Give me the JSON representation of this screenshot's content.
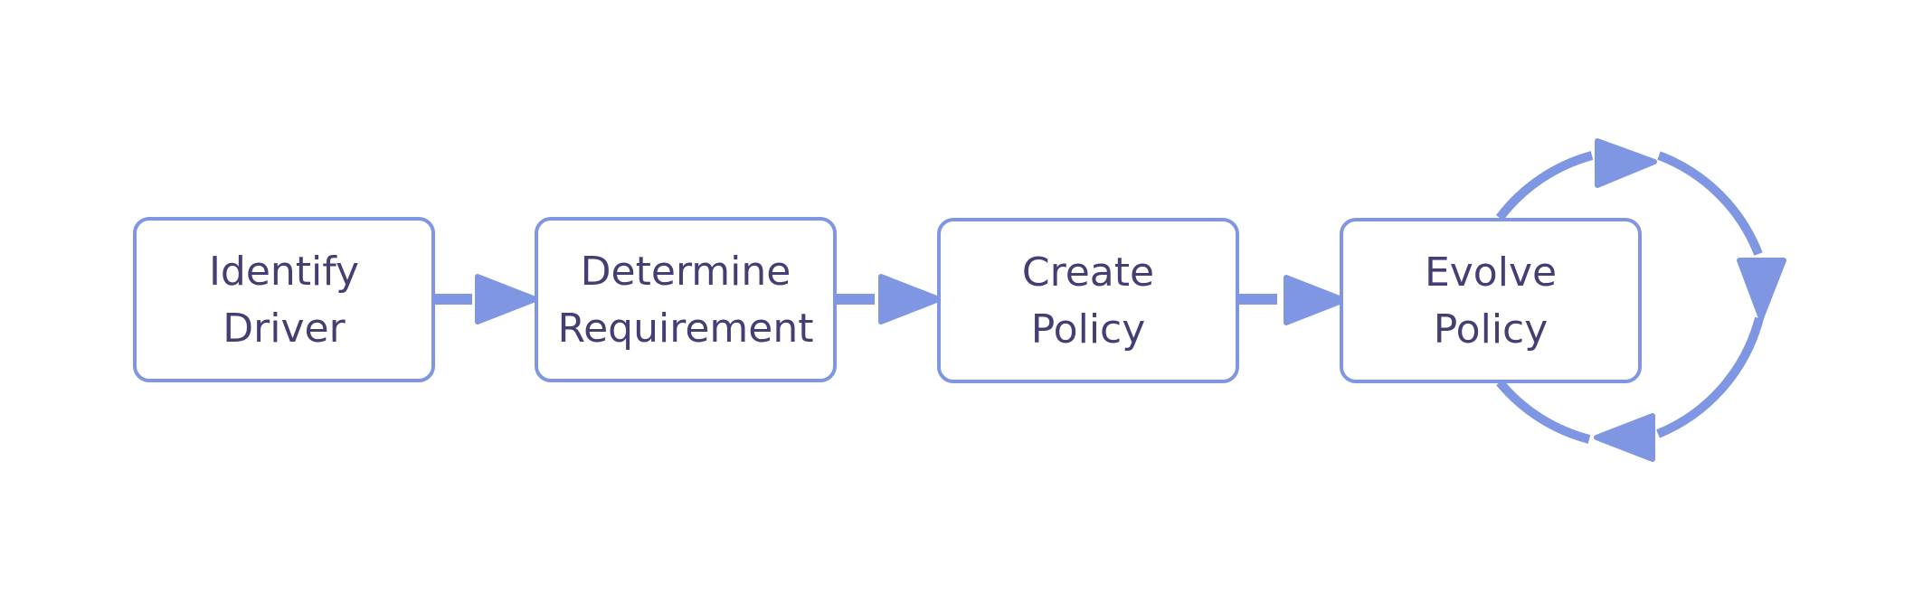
{
  "diagram": {
    "steps": [
      {
        "lines": [
          "Identify",
          "Driver"
        ]
      },
      {
        "lines": [
          "Determine",
          "Requirement"
        ]
      },
      {
        "lines": [
          "Create",
          "Policy"
        ]
      },
      {
        "lines": [
          "Evolve",
          "Policy"
        ]
      }
    ],
    "colors": {
      "stroke": "#7f97e3",
      "text": "#433f73",
      "background": "#ffffff"
    }
  }
}
